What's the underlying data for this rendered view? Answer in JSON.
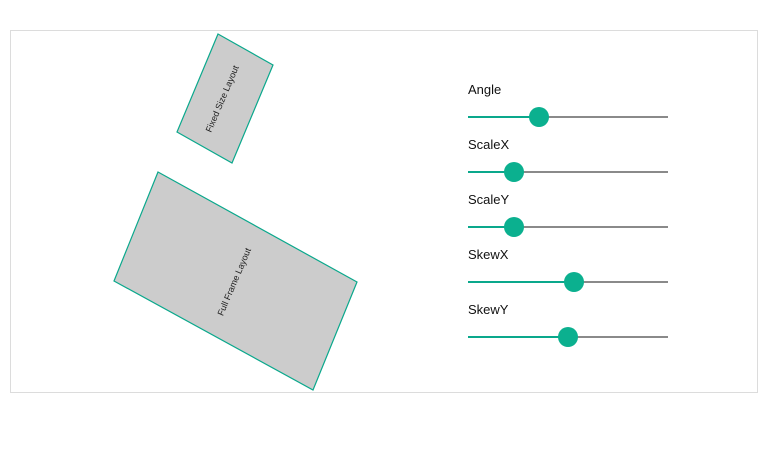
{
  "shapes": {
    "fixed_label": "Fixed Size Layout",
    "full_label": "Full Frame Layout"
  },
  "sliders": [
    {
      "label": "Angle",
      "value": 0.355
    },
    {
      "label": "ScaleX",
      "value": 0.23
    },
    {
      "label": "ScaleY",
      "value": 0.23
    },
    {
      "label": "SkewX",
      "value": 0.53
    },
    {
      "label": "SkewY",
      "value": 0.5
    }
  ],
  "colors": {
    "accent": "#0bb08f",
    "shape_fill": "#cccccc",
    "shape_border": "#0aa88c",
    "track": "#8a8a8a"
  }
}
